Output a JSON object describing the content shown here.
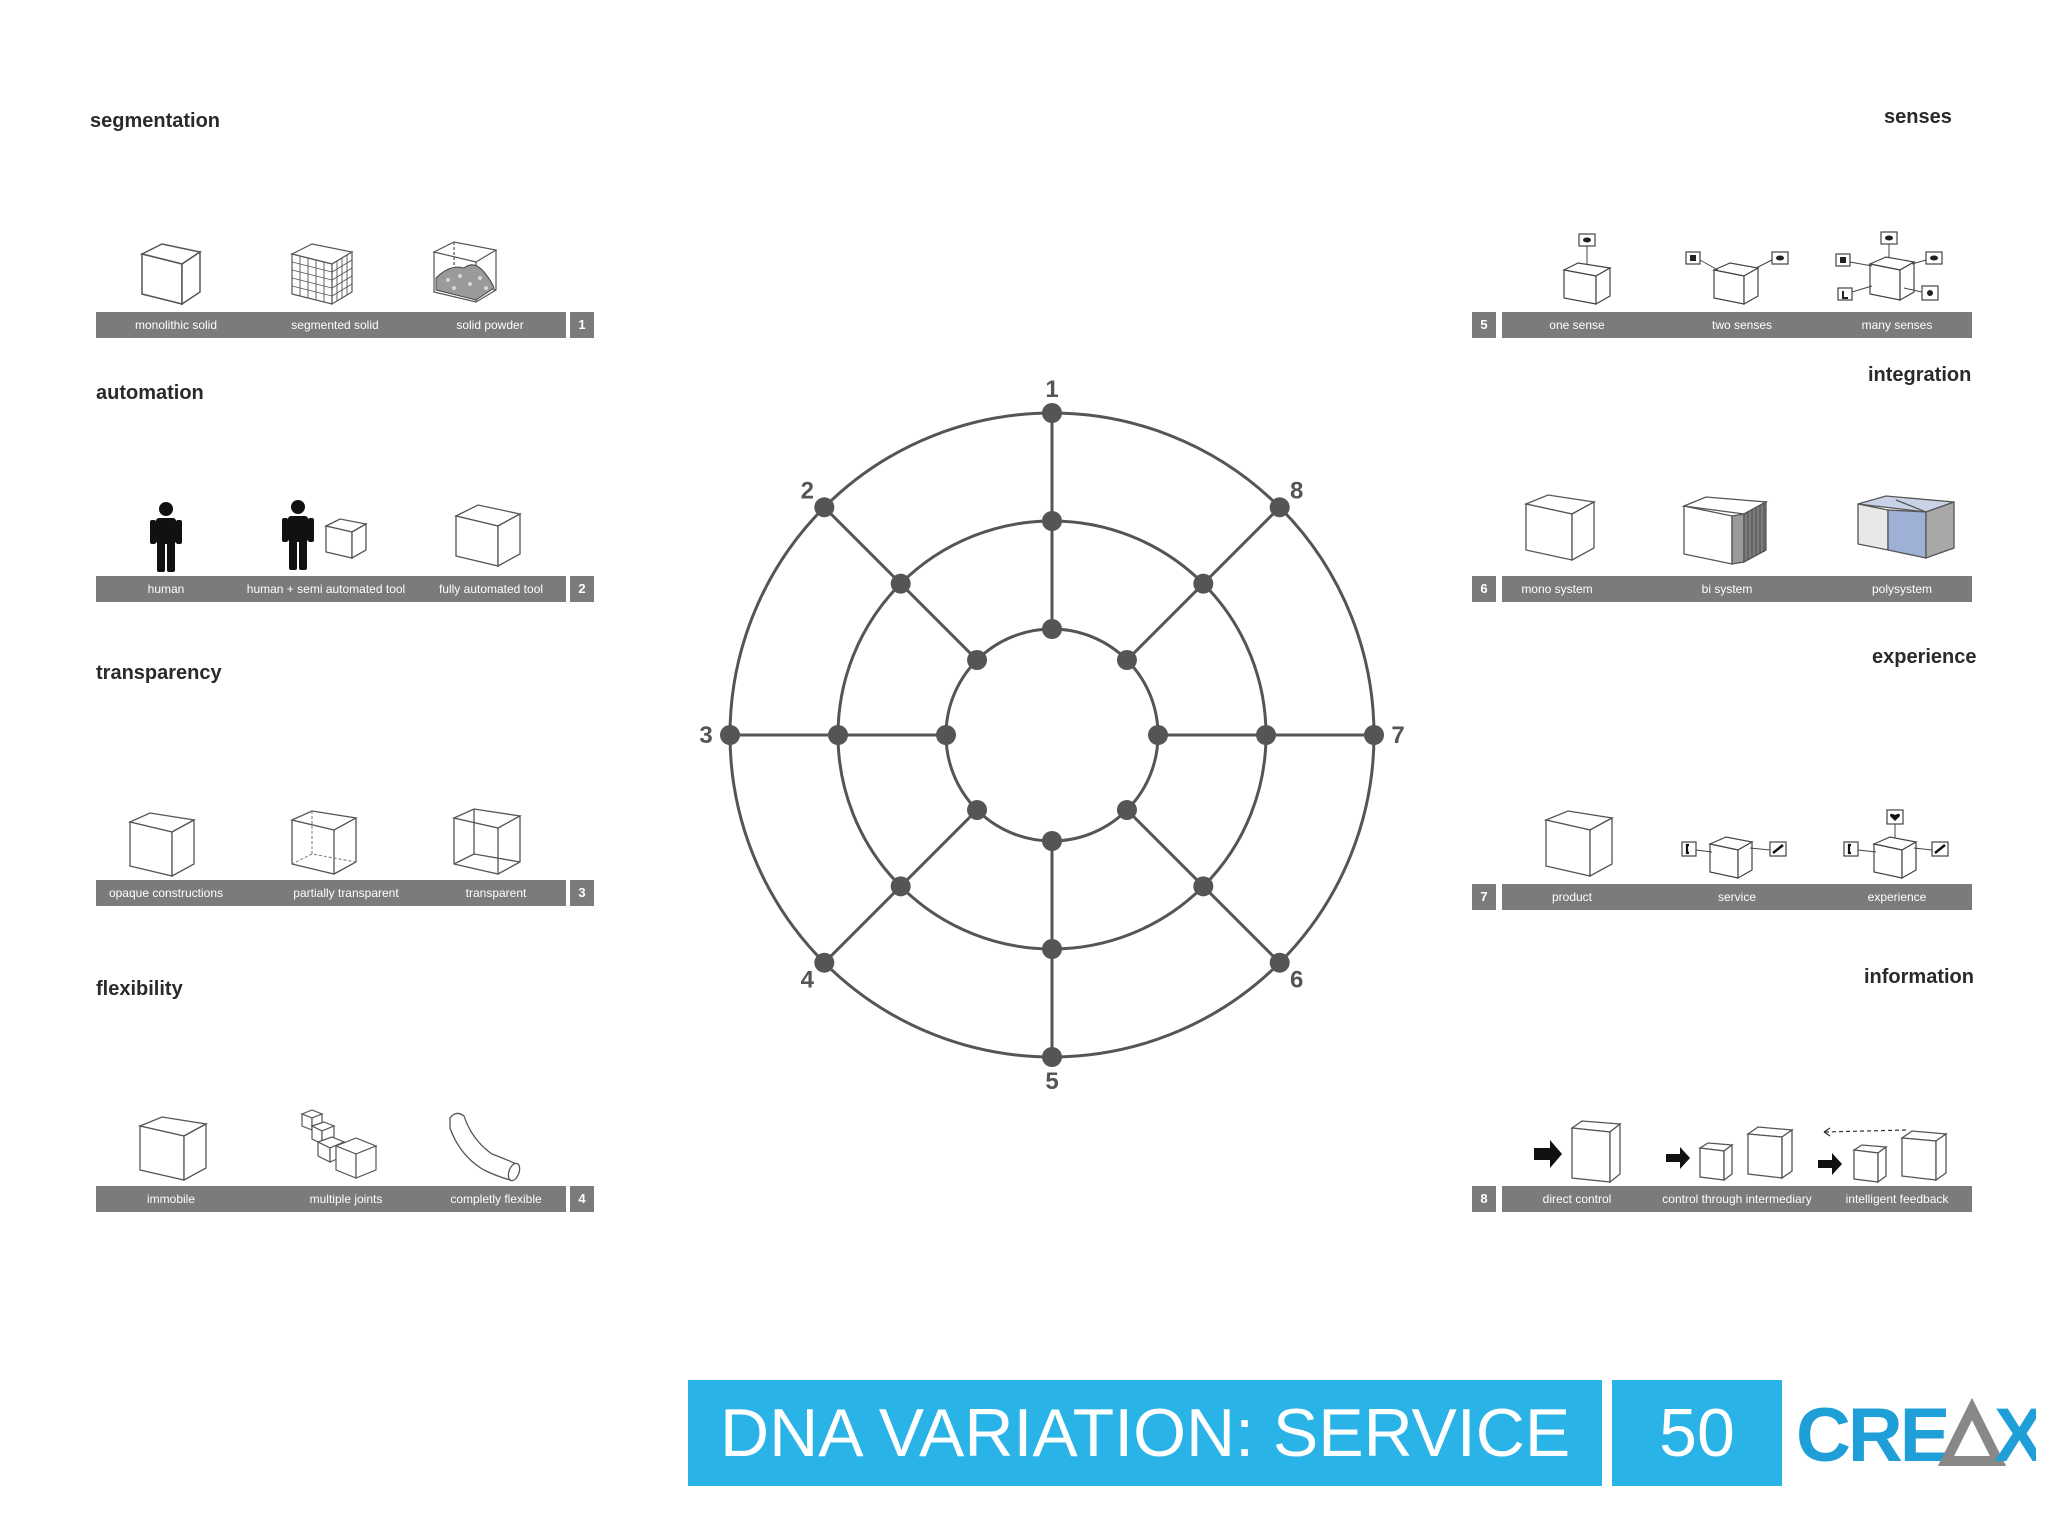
{
  "panels": {
    "segmentation": {
      "title": "segmentation",
      "number": "1",
      "labels": [
        "monolithic solid",
        "segmented solid",
        "solid powder"
      ]
    },
    "automation": {
      "title": "automation",
      "number": "2",
      "labels": [
        "human",
        "human + semi automated tool",
        "fully automated tool"
      ]
    },
    "transparency": {
      "title": "transparency",
      "number": "3",
      "labels": [
        "opaque constructions",
        "partially transparent",
        "transparent"
      ]
    },
    "flexibility": {
      "title": "flexibility",
      "number": "4",
      "labels": [
        "immobile",
        "multiple joints",
        "completly flexible"
      ]
    },
    "senses": {
      "title": "senses",
      "number": "5",
      "labels": [
        "one sense",
        "two senses",
        "many senses"
      ]
    },
    "integration": {
      "title": "integration",
      "number": "6",
      "labels": [
        "mono system",
        "bi system",
        "polysystem"
      ]
    },
    "experience": {
      "title": "experience",
      "number": "7",
      "labels": [
        "product",
        "service",
        "experience"
      ]
    },
    "information": {
      "title": "information",
      "number": "8",
      "labels": [
        "direct control",
        "control through intermediary",
        "intelligent feedback"
      ]
    }
  },
  "wheel": {
    "spoke_labels": [
      "1",
      "2",
      "3",
      "4",
      "5",
      "6",
      "7",
      "8"
    ],
    "rings": 3
  },
  "footer": {
    "title": "DNA VARIATION: SERVICE",
    "number": "50",
    "logo": "CREAX"
  },
  "colors": {
    "bar": "#7b7b7b",
    "footer": "#29b3e6",
    "logo": "#1e9fd8",
    "wheel": "#555555"
  },
  "icons": [
    "cube-icon",
    "grid-cube-icon",
    "powder-cube-icon",
    "person-icon",
    "eye-icon",
    "hand-icon",
    "nose-icon",
    "ear-icon",
    "heart-icon",
    "arrow-icon"
  ]
}
